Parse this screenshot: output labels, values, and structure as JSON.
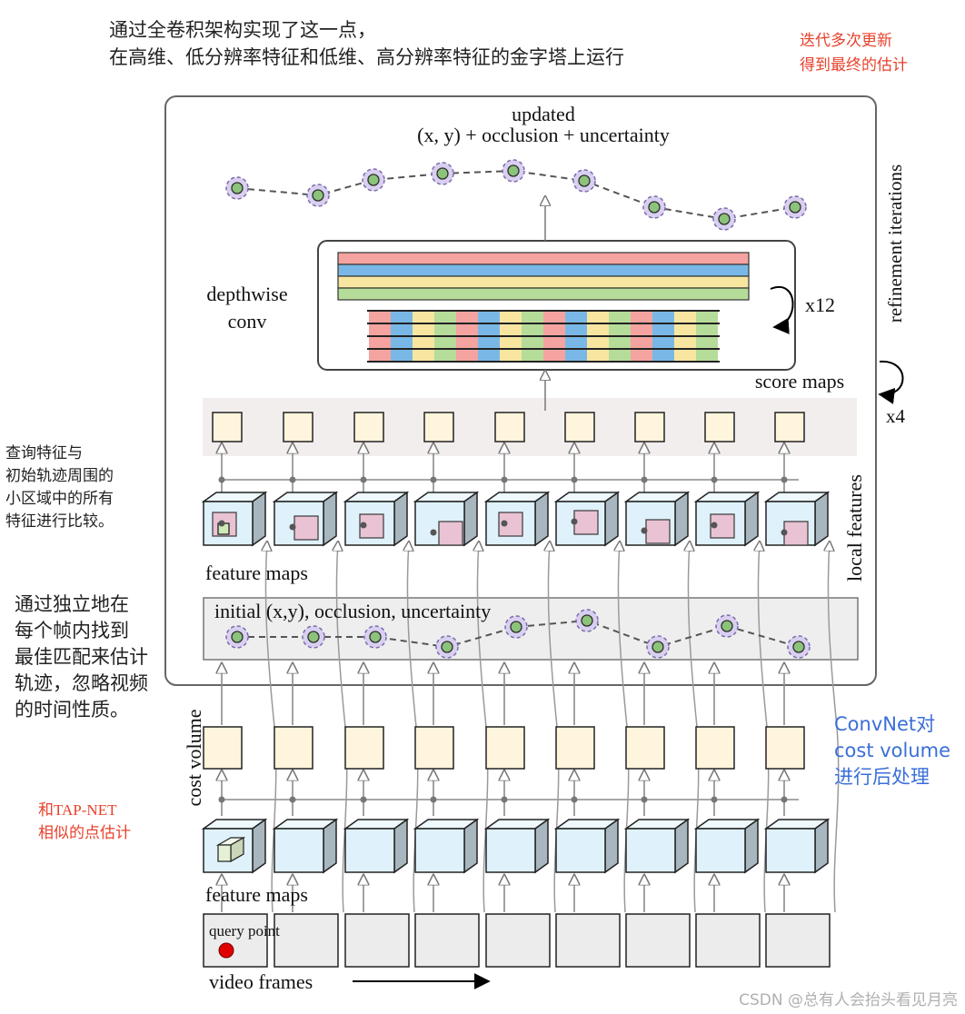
{
  "annotations": {
    "top_left": {
      "line1": "通过全卷积架构实现了这一点，",
      "line2": "在高维、低分辨率特征和低维、高分辨率特征的金字塔上运行"
    },
    "top_right": {
      "line1": "迭代多次更新",
      "line2": "得到最终的估计"
    },
    "left_mid": {
      "line1": "查询特征与",
      "line2": "初始轨迹周围的",
      "line3": "小区域中的所有",
      "line4": "特征进行比较。"
    },
    "left_lower": {
      "line1": "通过独立地在",
      "line2": "每个帧内找到",
      "line3": "最佳匹配来估计",
      "line4": "轨迹，忽略视频",
      "line5": "的时间性质。"
    },
    "right_blue": {
      "line1": "ConvNet对",
      "line2": "cost volume",
      "line3": "进行后处理"
    },
    "left_red": {
      "line1": "和TAP-NET",
      "line2": "相似的点估计"
    },
    "watermark": "CSDN @总有人会抬头看见月亮"
  },
  "diagram": {
    "updated_line1": "updated",
    "updated_line2": "(x, y) + occlusion + uncertainty",
    "depthwise_line1": "depthwise",
    "depthwise_line2": "conv",
    "repeat_conv": "x12",
    "refinement_label": "refinement iterations",
    "repeat_refine": "x4",
    "score_maps": "score maps",
    "local_features": "local features",
    "feature_maps_top": "feature maps",
    "initial_label": "initial (x,y), occlusion, uncertainty",
    "cost_volume": "cost volume",
    "feature_maps_bottom": "feature maps",
    "query_point": "query point",
    "video_frames": "video frames"
  },
  "colors": {
    "annotation_red": "#e8412c",
    "annotation_blue": "#3a6fd8",
    "cube_face": "#dff1fb",
    "cube_side": "#a8b7bf",
    "cube_top": "#eef8fd",
    "score_box": "#fff5dc",
    "patch_pink": "#e9c3d3",
    "point_green": "#8cc37b",
    "halo_lavender": "#d9cff0",
    "stripe_red": "#f4a3a0",
    "stripe_blue": "#79b8e6",
    "stripe_yellow": "#f8e6a0",
    "stripe_green": "#b6dc9a",
    "query_red": "#e00000"
  }
}
